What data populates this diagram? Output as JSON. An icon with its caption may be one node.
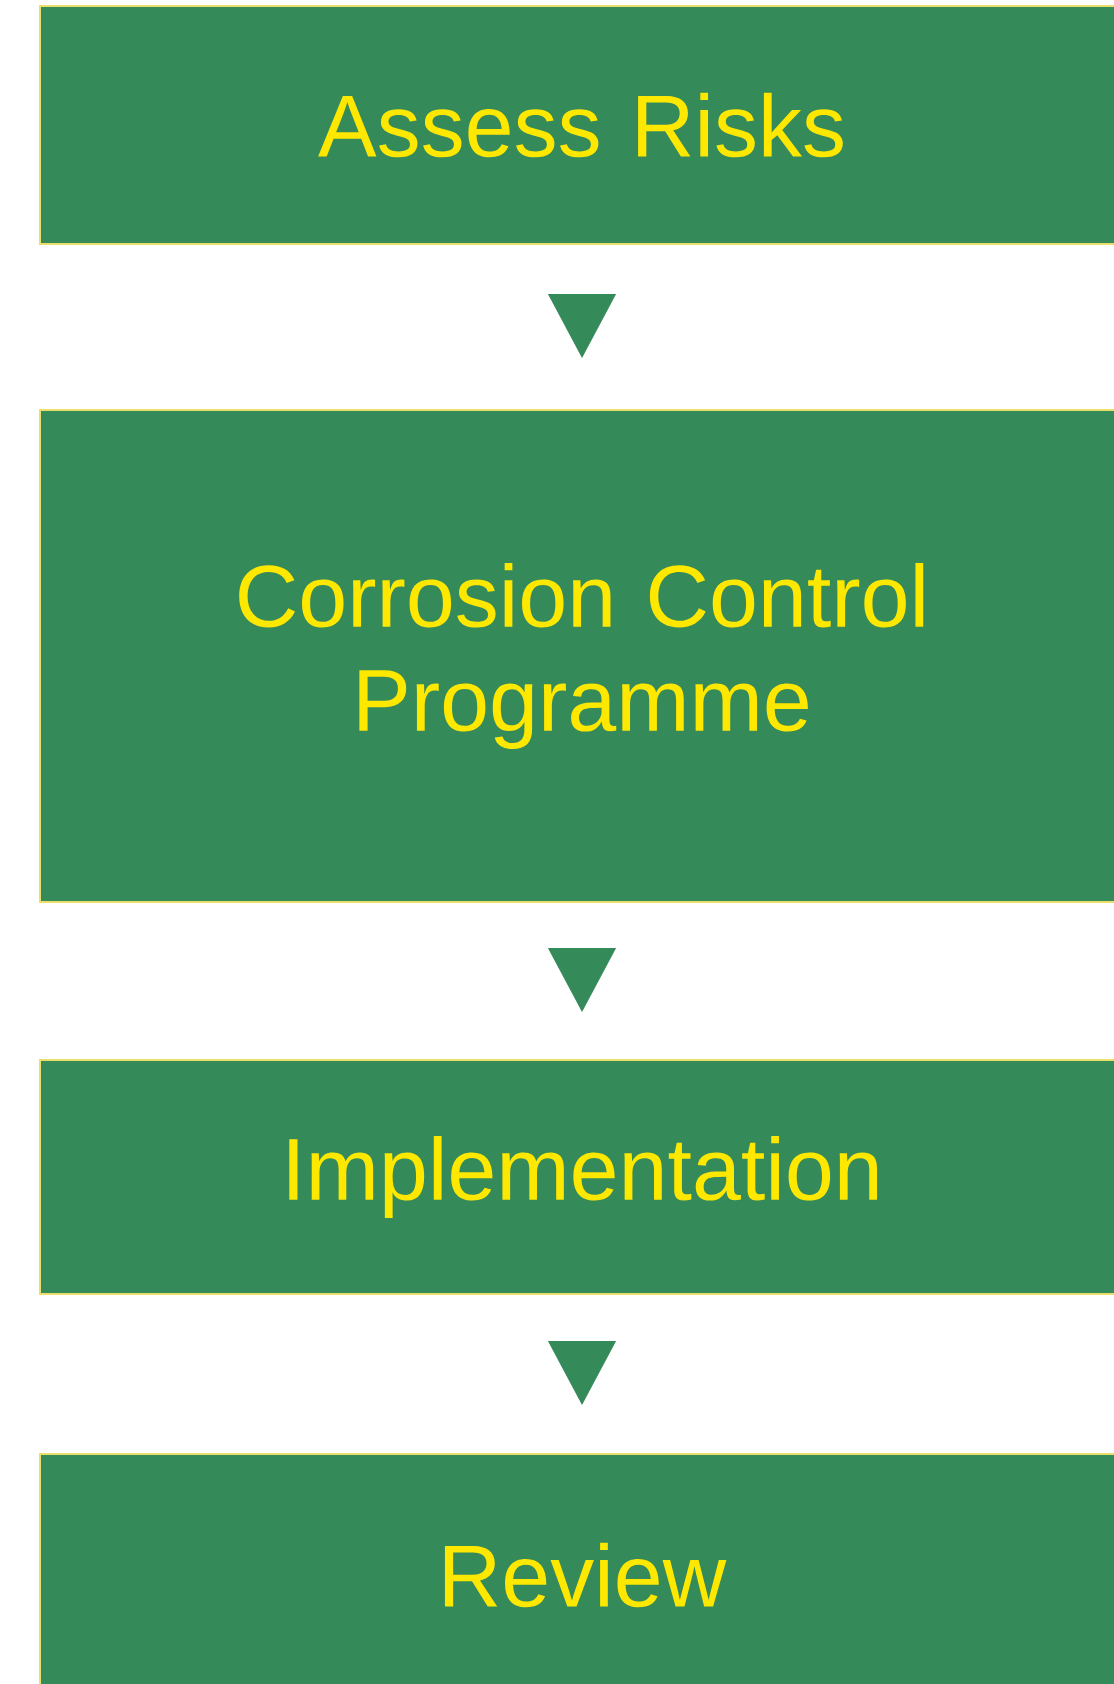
{
  "diagram": {
    "nodes": [
      {
        "text": [
          "Assess Risks"
        ]
      },
      {
        "text": [
          "Corrosion Control Programme"
        ]
      },
      {
        "text": [
          "Implementation"
        ]
      },
      {
        "text": [
          "Review"
        ]
      }
    ],
    "edges": [
      {
        "from": 0,
        "to": 1,
        "arrow": "to"
      },
      {
        "from": 1,
        "to": 2,
        "arrow": "to"
      },
      {
        "from": 2,
        "to": 3,
        "arrow": "to"
      }
    ]
  }
}
